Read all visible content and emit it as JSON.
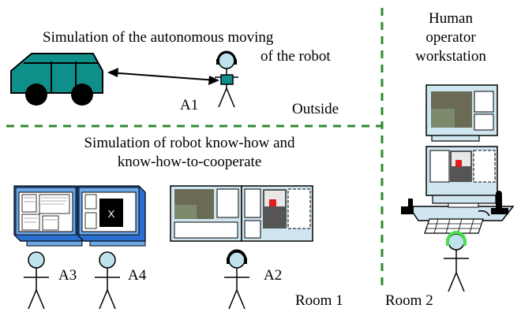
{
  "labels": {
    "sim_autonomous_line1": "Simulation of the autonomous moving",
    "sim_autonomous_line2": "of the robot",
    "human_operator_line1": "Human",
    "human_operator_line2": "operator",
    "human_operator_line3": "workstation",
    "outside": "Outside",
    "sim_knowhow_line1": "Simulation of robot know-how and",
    "sim_knowhow_line2": "know-how-to-cooperate",
    "room1": "Room 1",
    "room2": "Room 2"
  },
  "agents": {
    "a1": "A1",
    "a2": "A2",
    "a3": "A3",
    "a4": "A4"
  },
  "screen_marks": {
    "window_x": "X"
  },
  "colors": {
    "divider": "#2e8b2e",
    "robot": "#0f8f8a",
    "monitor_blue": "#2a6fd0",
    "monitor_inner": "#6fa8e8",
    "workstation_body": "#cfe6f0",
    "headset_green": "#4ddc4d",
    "figure_fill": "#bfe3ec"
  }
}
